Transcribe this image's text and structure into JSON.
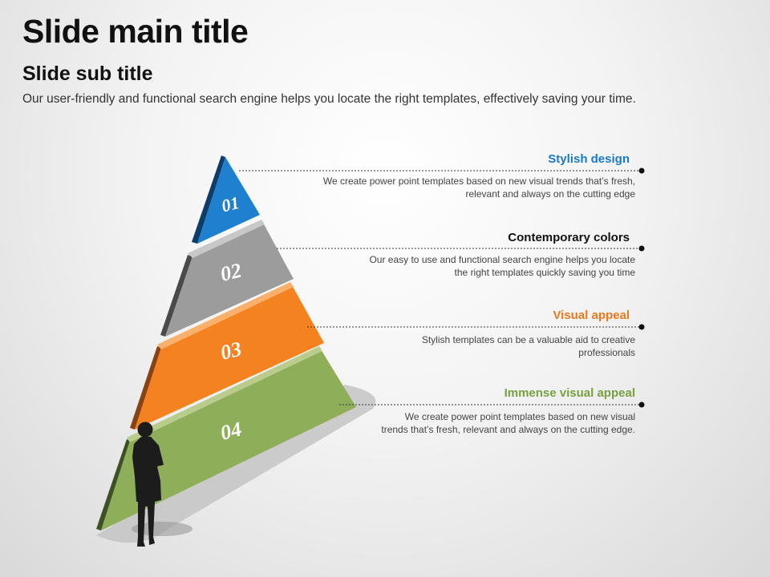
{
  "slide": {
    "title": "Slide main title",
    "subtitle": "Slide sub title",
    "description": "Our user-friendly and functional search engine helps you locate the right templates, effectively saving your time."
  },
  "levels": [
    {
      "number": "01",
      "title": "Stylish design",
      "text": "We create power point templates based on new visual trends that’s fresh, relevant and always on the cutting edge",
      "color": "#1a7ac9"
    },
    {
      "number": "02",
      "title": "Contemporary colors",
      "text": "Our easy to use and functional search engine helps you locate the right templates quickly saving you time",
      "color": "#111111"
    },
    {
      "number": "03",
      "title": "Visual appeal",
      "text": "Stylish templates can be a valuable aid to creative professionals",
      "color": "#e87a1e"
    },
    {
      "number": "04",
      "title": "Immense visual appeal",
      "text": "We create power point templates based on new visual trends that’s fresh, relevant and always on the cutting edge.",
      "color": "#78a040"
    }
  ],
  "colors": {
    "level1": "#1f80cf",
    "level2": "#9c9c9c",
    "level3": "#f58220",
    "level4": "#8fae5a"
  }
}
